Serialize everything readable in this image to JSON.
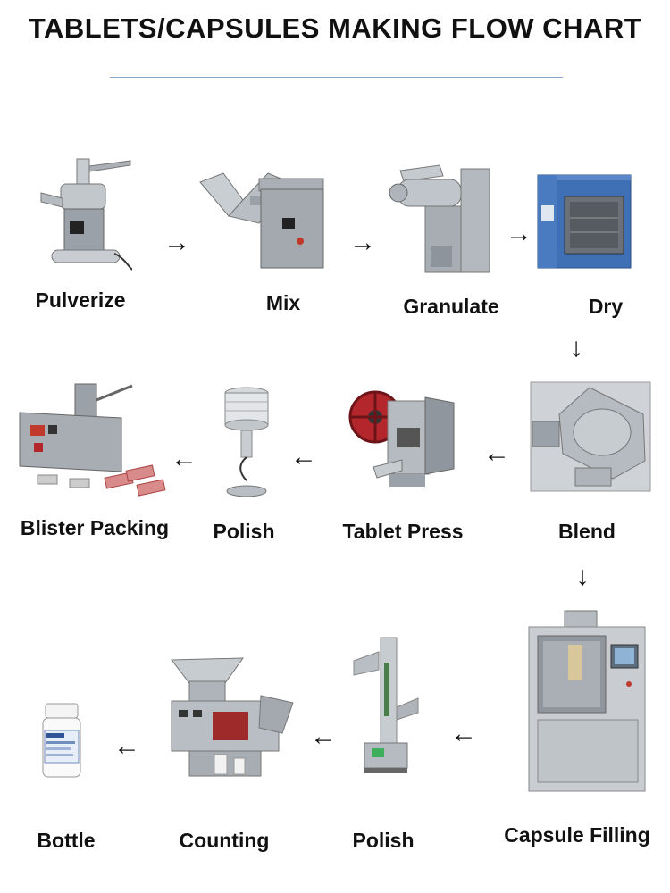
{
  "title": "TABLETS/CAPSULES MAKING FLOW CHART",
  "colors": {
    "steel": "#b9bec4",
    "steel_dark": "#7d848b",
    "oven_blue": "#3f6fb5",
    "wheel_red": "#b3262c",
    "text": "#111111"
  },
  "steps": [
    {
      "id": "pulverize",
      "label": "Pulverize",
      "icon": "pulverizer-icon"
    },
    {
      "id": "mix",
      "label": "Mix",
      "icon": "v-mixer-icon"
    },
    {
      "id": "granulate",
      "label": "Granulate",
      "icon": "granulator-icon"
    },
    {
      "id": "dry",
      "label": "Dry",
      "icon": "drying-oven-icon"
    },
    {
      "id": "blend",
      "label": "Blend",
      "icon": "blender-icon"
    },
    {
      "id": "tablet_press",
      "label": "Tablet Press",
      "icon": "tablet-press-icon"
    },
    {
      "id": "polish_tablet",
      "label": "Polish",
      "icon": "tablet-polisher-icon"
    },
    {
      "id": "blister_packing",
      "label": "Blister Packing",
      "icon": "blister-machine-icon"
    },
    {
      "id": "capsule_filling",
      "label": "Capsule Filling",
      "icon": "capsule-filler-icon"
    },
    {
      "id": "polish_capsule",
      "label": "Polish",
      "icon": "capsule-polisher-icon"
    },
    {
      "id": "counting",
      "label": "Counting",
      "icon": "counting-machine-icon"
    },
    {
      "id": "bottle",
      "label": "Bottle",
      "icon": "bottle-icon"
    }
  ],
  "arrows": {
    "right": "→",
    "left": "←",
    "down": "↓"
  }
}
